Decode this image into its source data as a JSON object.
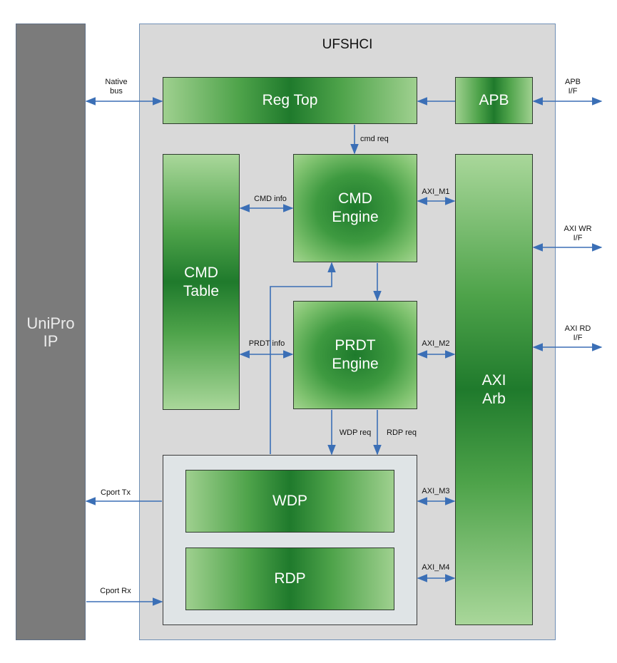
{
  "blocks": {
    "unipro": "UniPro\nIP",
    "ufshci": "UFSHCI",
    "reg_top": "Reg Top",
    "apb": "APB",
    "cmd_table": "CMD\nTable",
    "cmd_engine": "CMD\nEngine",
    "prdt_engine": "PRDT\nEngine",
    "axi_arb": "AXI\nArb",
    "wdp": "WDP",
    "rdp": "RDP"
  },
  "signals": {
    "native_bus": "Native\nbus",
    "apb_if": "APB\nI/F",
    "cmd_req": "cmd req",
    "cmd_info": "CMD info",
    "prdt_info": "PRDT info",
    "axi_m1": "AXI_M1",
    "axi_m2": "AXI_M2",
    "axi_m3": "AXI_M3",
    "axi_m4": "AXI_M4",
    "axi_wr_if": "AXI WR\nI/F",
    "axi_rd_if": "AXI RD\nI/F",
    "wdp_req": "WDP req",
    "rdp_req": "RDP req",
    "cport_tx": "Cport Tx",
    "cport_rx": "Cport Rx"
  },
  "colors": {
    "wire": "#3b6fb6",
    "block_dark_green": "#1f7a2c",
    "block_light_green": "#a3d490",
    "container": "#d9d9d9",
    "unipro": "#7b7b7b"
  }
}
